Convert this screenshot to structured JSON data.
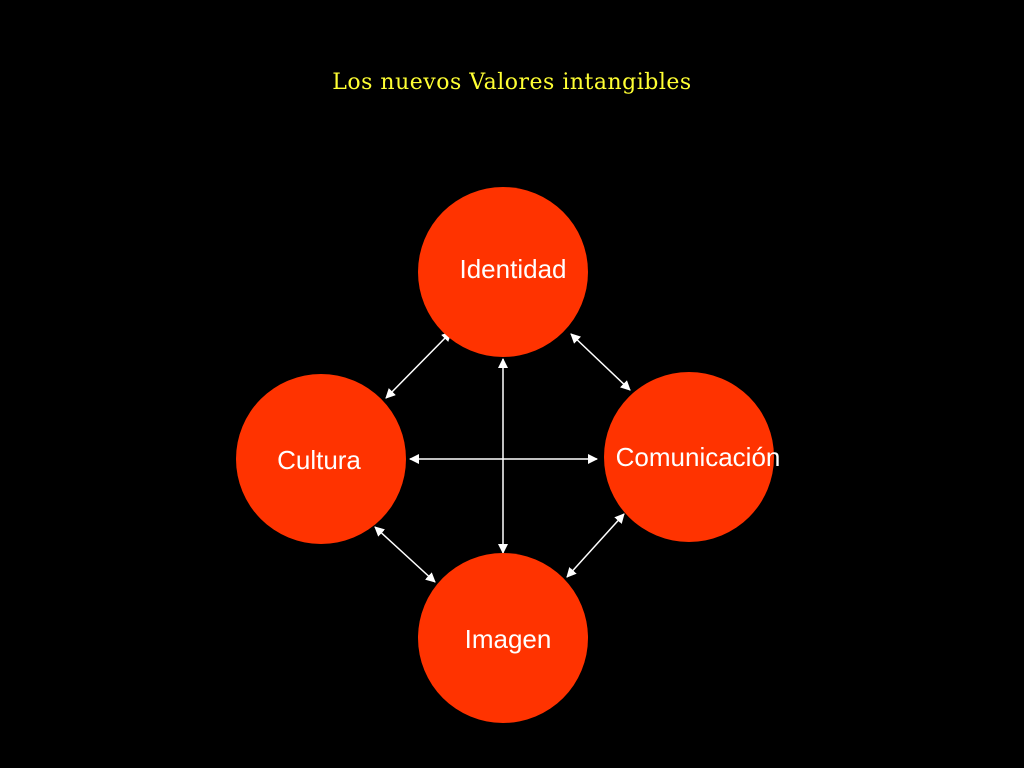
{
  "slide": {
    "title": "Los nuevos Valores intangibles",
    "title_color": "#ffff33",
    "background": "#000000"
  },
  "diagram": {
    "node_color": "#ff3300",
    "arrow_color": "#ffffff",
    "nodes": [
      {
        "id": "identidad",
        "label": "Identidad"
      },
      {
        "id": "cultura",
        "label": "Cultura"
      },
      {
        "id": "comunicacion",
        "label": "Comunicación"
      },
      {
        "id": "imagen",
        "label": "Imagen"
      }
    ],
    "connections": [
      {
        "from": "identidad",
        "to": "cultura",
        "direction": "both"
      },
      {
        "from": "identidad",
        "to": "comunicacion",
        "direction": "both"
      },
      {
        "from": "identidad",
        "to": "imagen",
        "direction": "both"
      },
      {
        "from": "cultura",
        "to": "comunicacion",
        "direction": "both"
      },
      {
        "from": "cultura",
        "to": "imagen",
        "direction": "both"
      },
      {
        "from": "comunicacion",
        "to": "imagen",
        "direction": "both"
      }
    ]
  }
}
